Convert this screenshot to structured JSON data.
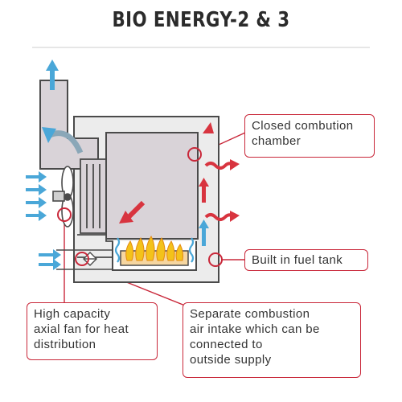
{
  "title": "BIO ENERGY-2 & 3",
  "callouts": {
    "combustion_chamber": {
      "lines": [
        "Closed combution",
        "chamber"
      ]
    },
    "fuel_tank": {
      "lines": [
        "Built in fuel tank"
      ]
    },
    "fan": {
      "lines": [
        "High capacity",
        "axial fan for heat",
        "distribution"
      ]
    },
    "air_intake": {
      "lines": [
        "Separate combustion",
        "air intake which can be",
        "connected to",
        "outside supply"
      ]
    }
  },
  "colors": {
    "accent_red": "#c9283a",
    "arrow_blue": "#4aa7d8",
    "arrow_red": "#d8343f",
    "outline": "#4a4a4a",
    "housing": "#ececec",
    "chamber": "#d9d3d8",
    "flame": "#f3c21a"
  }
}
